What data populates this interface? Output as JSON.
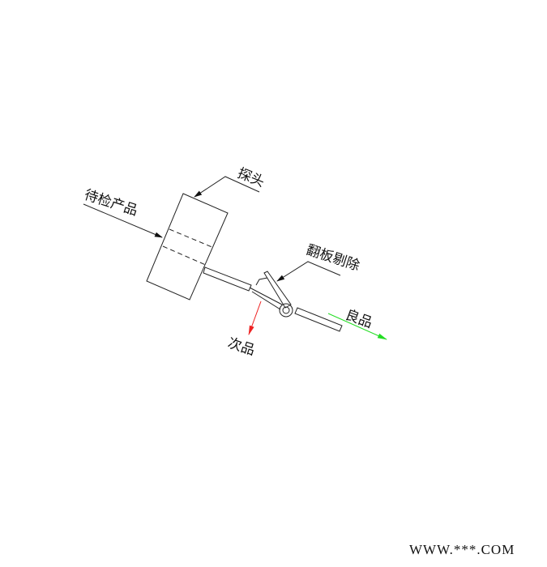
{
  "labels": {
    "probe": "探头",
    "product": "待检产品",
    "flap_reject": "翻板剔除",
    "good": "良品",
    "defective": "次品"
  },
  "watermark": "WWW.***.COM",
  "colors": {
    "good_arrow": "#22dd22",
    "defective_arrow": "#ee2222",
    "lines": "#222222"
  }
}
